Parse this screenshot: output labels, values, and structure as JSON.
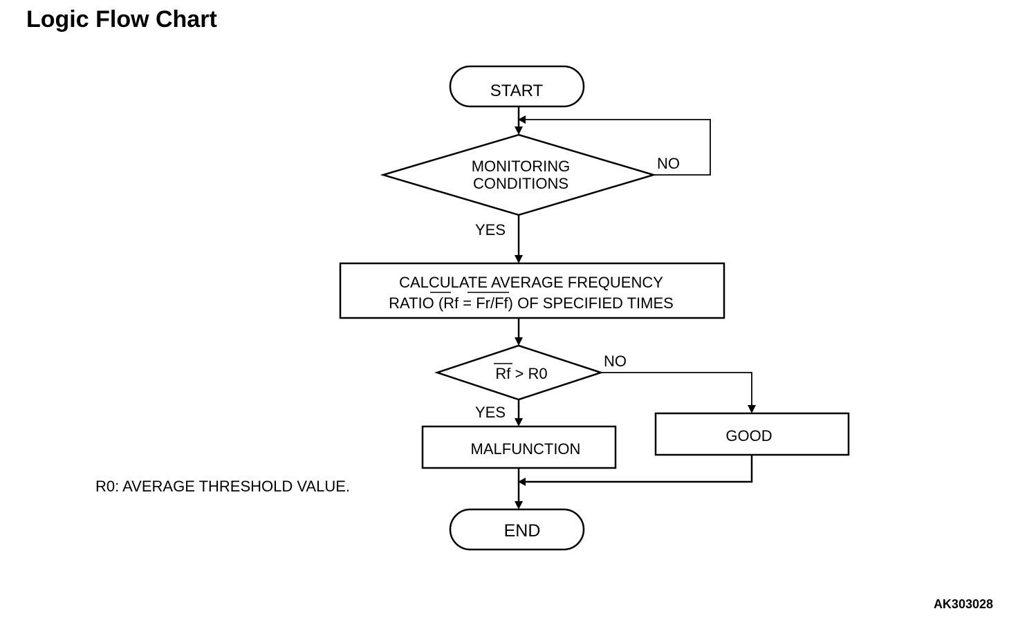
{
  "title": "Logic Flow Chart",
  "figure_id": "AK303028",
  "note": "R0: AVERAGE THRESHOLD VALUE.",
  "nodes": {
    "start": "START",
    "monitoring": {
      "line1": "MONITORING",
      "line2": "CONDITIONS"
    },
    "calculate": {
      "line1": "CALCULATE AVERAGE FREQUENCY",
      "line2": "RATIO (Rf = Fr/Ff) OF SPECIFIED TIMES"
    },
    "compare": "Rf > R0",
    "malfunction": "MALFUNCTION",
    "good": "GOOD",
    "end": "END"
  },
  "edges": {
    "monitoring_no": "NO",
    "monitoring_yes": "YES",
    "compare_no": "NO",
    "compare_yes": "YES"
  }
}
